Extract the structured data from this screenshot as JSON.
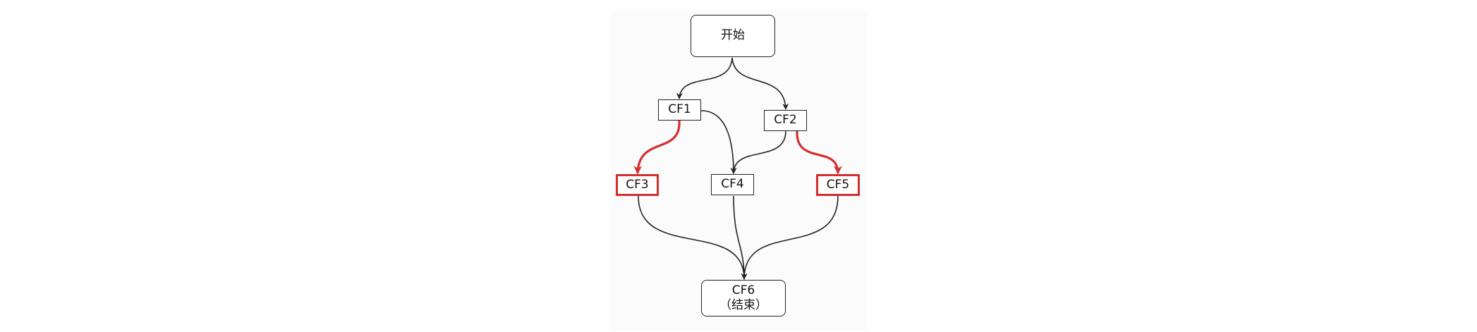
{
  "diagram": {
    "nodes": {
      "start": {
        "label": "开始"
      },
      "cf1": {
        "label": "CF1"
      },
      "cf2": {
        "label": "CF2"
      },
      "cf3": {
        "label": "CF3"
      },
      "cf4": {
        "label": "CF4"
      },
      "cf5": {
        "label": "CF5"
      },
      "cf6": {
        "label": "CF6",
        "sublabel": "（结束）"
      }
    },
    "edges": [
      {
        "from": "start",
        "to": "cf1",
        "highlight": false
      },
      {
        "from": "start",
        "to": "cf2",
        "highlight": false
      },
      {
        "from": "cf1",
        "to": "cf3",
        "highlight": true
      },
      {
        "from": "cf1",
        "to": "cf4",
        "highlight": false
      },
      {
        "from": "cf2",
        "to": "cf4",
        "highlight": false
      },
      {
        "from": "cf2",
        "to": "cf5",
        "highlight": true
      },
      {
        "from": "cf3",
        "to": "cf6",
        "highlight": false
      },
      {
        "from": "cf4",
        "to": "cf6",
        "highlight": false
      },
      {
        "from": "cf5",
        "to": "cf6",
        "highlight": false
      }
    ],
    "colors": {
      "edge": "#222222",
      "highlight": "#d32f2f",
      "node_border": "#222222"
    }
  }
}
